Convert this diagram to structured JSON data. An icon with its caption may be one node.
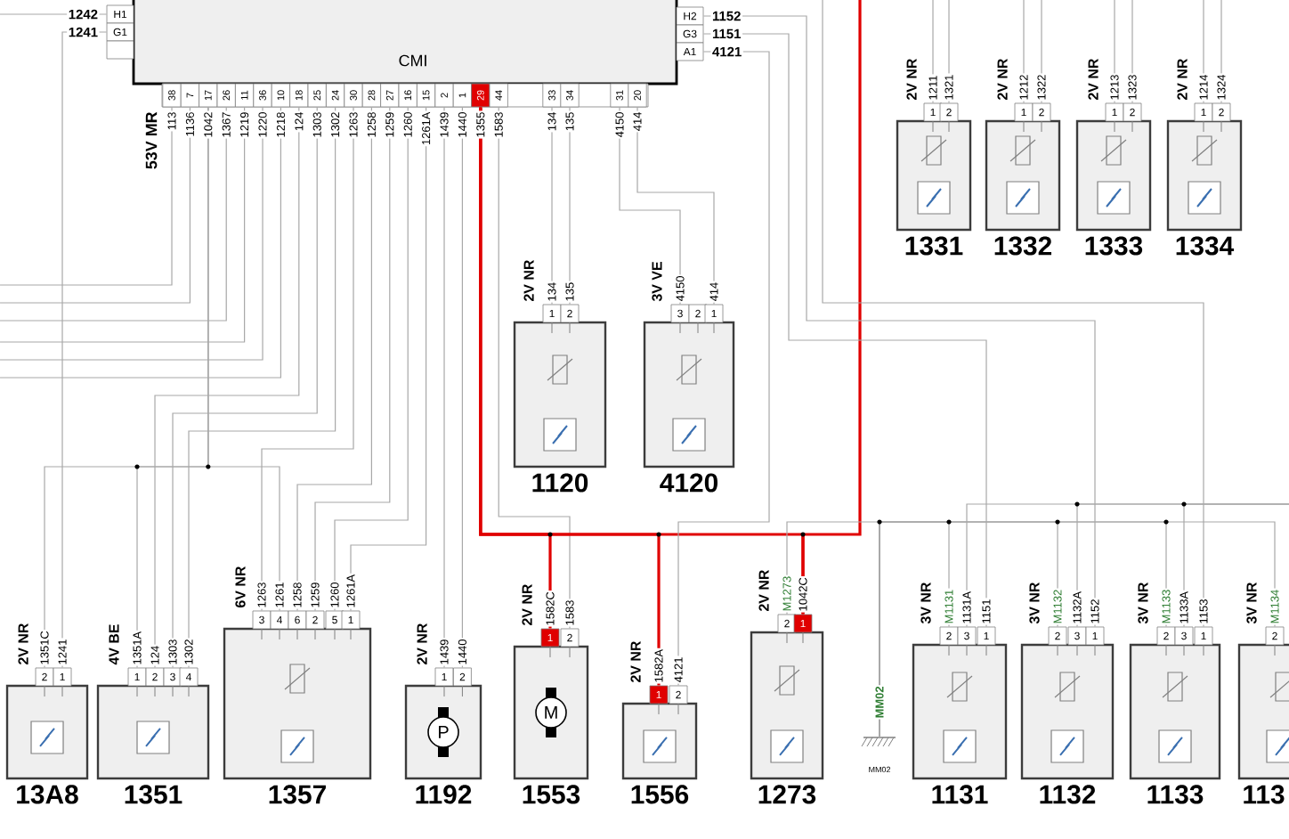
{
  "diagram": {
    "nodes": [
      {
        "text": [
          "CMI"
        ]
      },
      {
        "text": [
          "2V NR",
          "1211",
          "1321",
          "1",
          "2",
          "1331"
        ]
      },
      {
        "text": [
          "2V NR",
          "1212",
          "1322",
          "1",
          "2",
          "1332"
        ]
      },
      {
        "text": [
          "2V NR",
          "1213",
          "1323",
          "1",
          "2",
          "1333"
        ]
      },
      {
        "text": [
          "2V NR",
          "1214",
          "1324",
          "1",
          "2",
          "1334"
        ]
      },
      {
        "text": [
          "2V NR",
          "134",
          "135",
          "1",
          "2",
          "1120"
        ]
      },
      {
        "text": [
          "3V VE",
          "4150",
          "414",
          "3",
          "2",
          "1",
          "4120"
        ]
      },
      {
        "text": [
          "2V NR",
          "1351C",
          "1241",
          "2",
          "1",
          "13A8"
        ]
      },
      {
        "text": [
          "4V BE",
          "1351A",
          "124",
          "1303",
          "1302",
          "1",
          "2",
          "3",
          "4",
          "1351"
        ]
      },
      {
        "text": [
          "6V NR",
          "1263",
          "1261",
          "1258",
          "1259",
          "1260",
          "1261A",
          "3",
          "4",
          "6",
          "2",
          "5",
          "1",
          "1357"
        ]
      },
      {
        "text": [
          "2V NR",
          "1439",
          "1440",
          "1",
          "2",
          "P",
          "1192"
        ]
      },
      {
        "text": [
          "2V NR",
          "1582C",
          "1583",
          "1",
          "2",
          "M",
          "1553"
        ]
      },
      {
        "text": [
          "2V NR",
          "1582A",
          "4121",
          "1",
          "2",
          "1556"
        ]
      },
      {
        "text": [
          "2V NR",
          "M1273",
          "1042C",
          "2",
          "1",
          "1273"
        ]
      },
      {
        "text": [
          "MM02"
        ],
        "beside": [
          "MM02"
        ]
      },
      {
        "text": [
          "3V NR",
          "M1131",
          "1131A",
          "1151",
          "2",
          "3",
          "1",
          "1131"
        ]
      },
      {
        "text": [
          "3V NR",
          "M1132",
          "1132A",
          "1152",
          "2",
          "3",
          "1",
          "1132"
        ]
      },
      {
        "text": [
          "3V NR",
          "M1133",
          "1133A",
          "1153",
          "2",
          "3",
          "1",
          "1133"
        ]
      },
      {
        "text": [
          "3V NR",
          "M1134",
          "2",
          "113"
        ]
      }
    ],
    "edges": [
      {
        "from": 0,
        "to": 7,
        "arrow": "none"
      },
      {
        "from": 0,
        "to": null,
        "arrow": "none"
      },
      {
        "from": 0,
        "to": null,
        "arrow": "none"
      },
      {
        "from": 0,
        "to": null,
        "arrow": "none"
      },
      {
        "from": 0,
        "to": 7,
        "arrow": "none"
      },
      {
        "from": 0,
        "to": 8,
        "arrow": "none"
      },
      {
        "from": 0,
        "to": 9,
        "arrow": "none"
      },
      {
        "from": 0,
        "to": null,
        "arrow": "none"
      },
      {
        "from": 0,
        "to": null,
        "arrow": "none"
      },
      {
        "from": 0,
        "to": null,
        "arrow": "none"
      },
      {
        "from": 0,
        "to": null,
        "arrow": "none"
      },
      {
        "from": 0,
        "to": 8,
        "arrow": "none"
      },
      {
        "from": 0,
        "to": 8,
        "arrow": "none"
      },
      {
        "from": 0,
        "to": 8,
        "arrow": "none"
      },
      {
        "from": 0,
        "to": 9,
        "arrow": "none"
      },
      {
        "from": 0,
        "to": 9,
        "arrow": "none"
      },
      {
        "from": 0,
        "to": 9,
        "arrow": "none"
      },
      {
        "from": 0,
        "to": 9,
        "arrow": "none"
      },
      {
        "from": 0,
        "to": 9,
        "arrow": "none"
      },
      {
        "from": 0,
        "to": 10,
        "arrow": "none"
      },
      {
        "from": 0,
        "to": 10,
        "arrow": "none"
      },
      {
        "from": 0,
        "to": 11,
        "arrow": "none",
        "color": "#e00000"
      },
      {
        "from": 0,
        "to": 11,
        "arrow": "none"
      },
      {
        "from": 0,
        "to": 12,
        "arrow": "none",
        "color": "#e00000"
      },
      {
        "from": 0,
        "to": 13,
        "arrow": "none",
        "color": "#e00000"
      },
      {
        "from": null,
        "to": 13,
        "arrow": "none",
        "color": "#e00000"
      },
      {
        "from": 0,
        "to": 5,
        "arrow": "none"
      },
      {
        "from": 0,
        "to": 5,
        "arrow": "none"
      },
      {
        "from": 0,
        "to": 6,
        "arrow": "none"
      },
      {
        "from": 0,
        "to": 6,
        "arrow": "none"
      },
      {
        "from": 0,
        "to": 15,
        "arrow": "none"
      },
      {
        "from": 0,
        "to": 16,
        "arrow": "none"
      },
      {
        "from": 0,
        "to": 12,
        "arrow": "none"
      },
      {
        "from": null,
        "to": 17,
        "arrow": "none"
      },
      {
        "from": null,
        "to": 1,
        "arrow": "none"
      },
      {
        "from": null,
        "to": 1,
        "arrow": "none"
      },
      {
        "from": null,
        "to": 2,
        "arrow": "none"
      },
      {
        "from": null,
        "to": 2,
        "arrow": "none"
      },
      {
        "from": null,
        "to": 3,
        "arrow": "none"
      },
      {
        "from": null,
        "to": 3,
        "arrow": "none"
      },
      {
        "from": null,
        "to": 4,
        "arrow": "none"
      },
      {
        "from": null,
        "to": 4,
        "arrow": "none"
      },
      {
        "from": 13,
        "to": 14,
        "arrow": "none"
      },
      {
        "from": 15,
        "to": 14,
        "arrow": "none"
      },
      {
        "from": 16,
        "to": 14,
        "arrow": "none"
      },
      {
        "from": 17,
        "to": 14,
        "arrow": "none"
      },
      {
        "from": 18,
        "to": 14,
        "arrow": "none"
      },
      {
        "from": 15,
        "to": null,
        "arrow": "none"
      },
      {
        "from": 16,
        "to": null,
        "arrow": "none"
      },
      {
        "from": 17,
        "to": null,
        "arrow": "none"
      }
    ],
    "labels": [
      "1242",
      "H1",
      "1241",
      "G1",
      "53V MR",
      "38",
      "7",
      "17",
      "26",
      "11",
      "36",
      "10",
      "18",
      "25",
      "24",
      "30",
      "28",
      "27",
      "16",
      "15",
      "2",
      "1",
      "29",
      "44",
      "33",
      "34",
      "31",
      "20",
      "113",
      "1136",
      "1042",
      "1367",
      "1219",
      "1220",
      "1218",
      "124",
      "1303",
      "1302",
      "1263",
      "1258",
      "1259",
      "1260",
      "1261A",
      "1439",
      "1440",
      "1355",
      "1583",
      "134",
      "135",
      "4150",
      "414",
      "H2",
      "1152",
      "G3",
      "1151",
      "A1",
      "4121"
    ]
  }
}
